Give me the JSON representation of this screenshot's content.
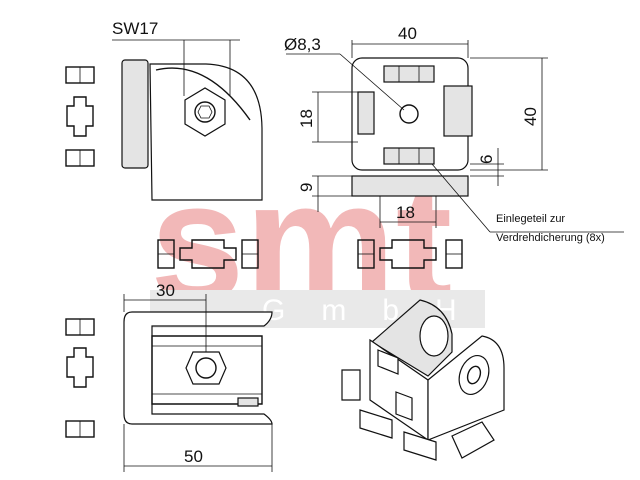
{
  "watermark": {
    "logo": "smt",
    "sub": "GmbH"
  },
  "dimensions": {
    "sw": "SW17",
    "bore": "Ø8,3",
    "width_top": "40",
    "height_right": "40",
    "height_left": "18",
    "small_right": "6",
    "left_low": "9",
    "bottom_mid": "18",
    "front_top": "30",
    "front_bottom": "50"
  },
  "annotation": {
    "line1": "Einlegeteil zur",
    "line2": "Verdrehdicherung (8x)"
  }
}
